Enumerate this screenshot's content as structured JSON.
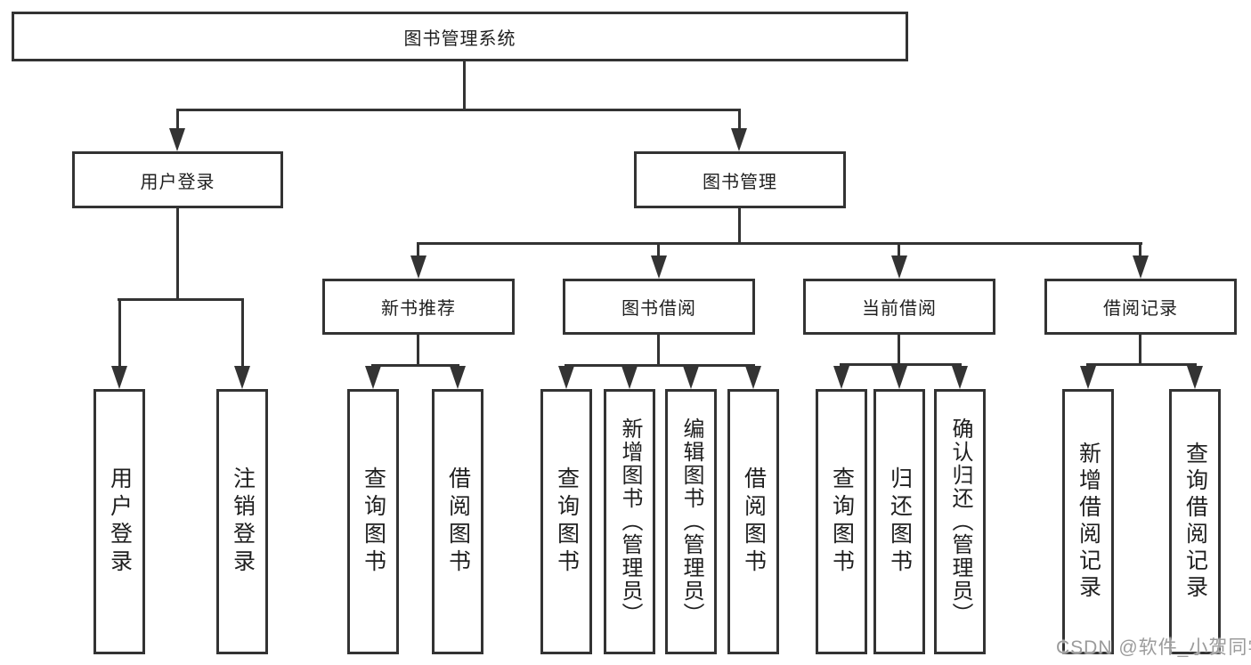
{
  "tree": {
    "root": {
      "label": "图书管理系统"
    },
    "level2": [
      {
        "label": "用户登录"
      },
      {
        "label": "图书管理"
      }
    ],
    "level3": [
      {
        "label": "新书推荐"
      },
      {
        "label": "图书借阅"
      },
      {
        "label": "当前借阅"
      },
      {
        "label": "借阅记录"
      }
    ],
    "leaves": {
      "user_login": [
        "用户登录",
        "注销登录"
      ],
      "new_book_recommend": [
        "查询图书",
        "借阅图书"
      ],
      "book_borrow": [
        "查询图书",
        "新增图书（管理员）",
        "编辑图书（管理员）",
        "借阅图书"
      ],
      "current_borrow": [
        "查询图书",
        "归还图书",
        "确认归还（管理员）"
      ],
      "borrow_records": [
        "新增借阅记录",
        "查询借阅记录"
      ]
    }
  },
  "watermark": {
    "text": "CSDN @软件_小贺同学"
  },
  "colors": {
    "line": "#333333",
    "text": "#1f1f1f",
    "watermark": "#9b9b9b",
    "background": "#ffffff"
  }
}
